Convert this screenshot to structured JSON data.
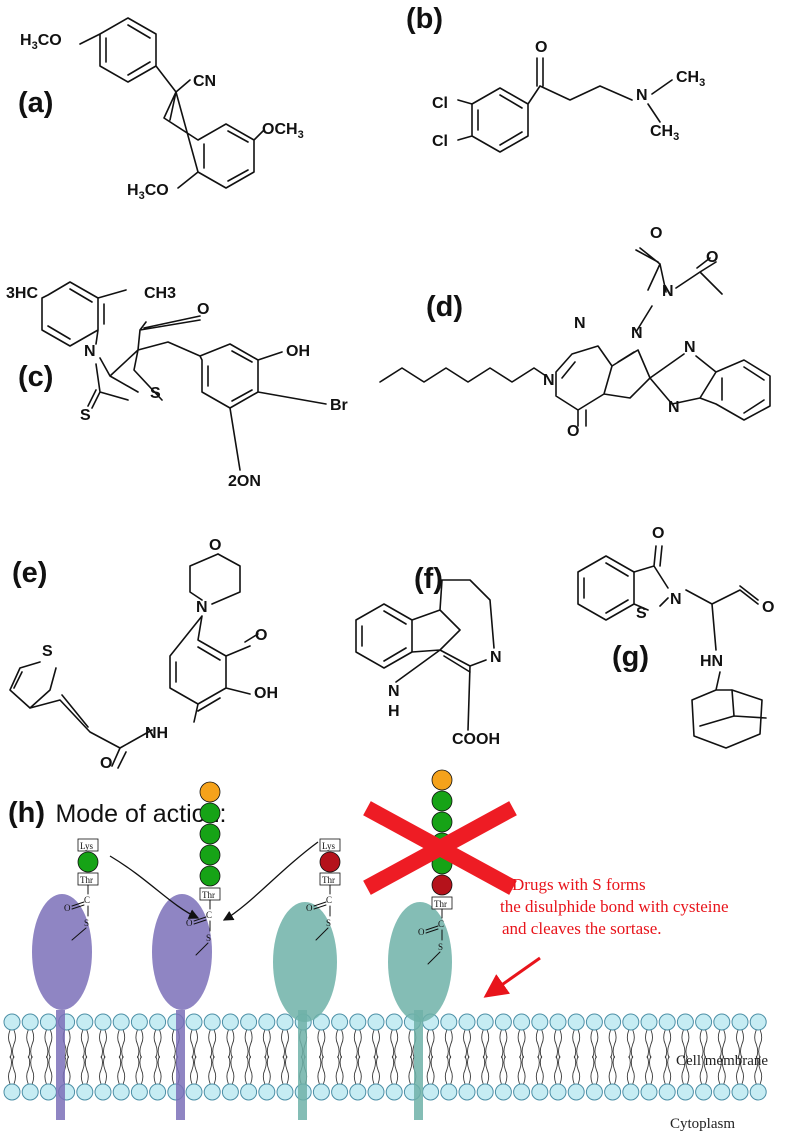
{
  "panels": {
    "a": {
      "label": "(a)",
      "atoms": [
        "H",
        "3",
        "CO",
        "CN",
        "OCH",
        "3",
        "H",
        "3",
        "CO"
      ]
    },
    "b": {
      "label": "(b)",
      "atoms": [
        "O",
        "Cl",
        "Cl",
        "N",
        "CH",
        "3",
        "CH",
        "3"
      ]
    },
    "c": {
      "label": "(c)",
      "atoms": [
        "3HC",
        "CH3",
        "O",
        "N",
        "S",
        "S",
        "OH",
        "Br",
        "2ON"
      ]
    },
    "d": {
      "label": "(d)",
      "atoms": [
        "O",
        "O",
        "N",
        "N",
        "N",
        "N",
        "N",
        "N",
        "O"
      ]
    },
    "e": {
      "label": "(e)",
      "atoms": [
        "O",
        "N",
        "S",
        "O",
        "OH",
        "NH",
        "O"
      ]
    },
    "f": {
      "label": "(f)",
      "atoms": [
        "N",
        "N",
        "H",
        "COOH"
      ]
    },
    "g": {
      "label": "(g)",
      "atoms": [
        "O",
        "N",
        "S",
        "O",
        "HN"
      ]
    },
    "h": {
      "label": "(h)",
      "title": "Mode of action:",
      "box_lys": "Lys",
      "box_thr": "Thr",
      "c_atom": "C",
      "o_atom": "O",
      "s_atom": "S",
      "annotation": [
        "Drugs with S forms",
        "the disulphide bond with cysteine",
        "and cleaves the sortase."
      ],
      "membrane_label": "Cell membrane",
      "cytoplasm_label": "Cytoplasm",
      "colors": {
        "green": "#16a316",
        "orange": "#f5a21b",
        "red": "#b5121b",
        "cross": "#ee1c24",
        "purple": "#7b70b8",
        "teal": "#6fb2a8",
        "annotation": "#e8141b"
      }
    }
  }
}
